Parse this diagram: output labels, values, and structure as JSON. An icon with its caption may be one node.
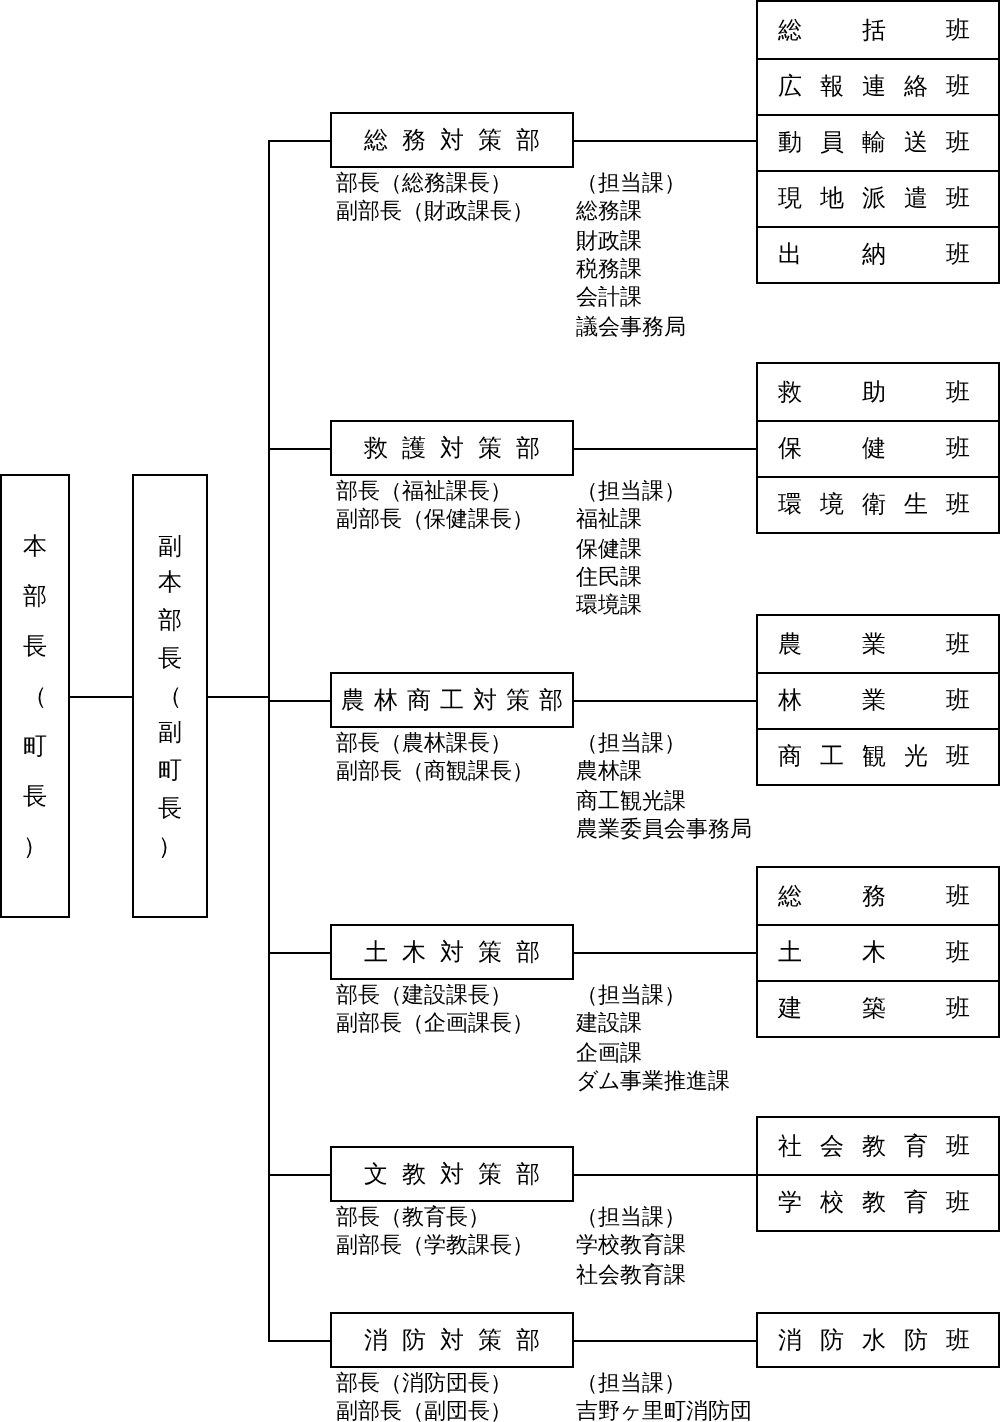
{
  "diagram": {
    "nodes": [
      {
        "text": [
          "本部長（町長）"
        ]
      },
      {
        "text": [
          "副本部長（副町長）"
        ]
      },
      {
        "text": [
          "総務対策部"
        ],
        "beside": [
          "部長（総務課長）",
          "副部長（財政課長）",
          "（担当課）",
          "総務課",
          "財政課",
          "税務課",
          "会計課",
          "議会事務局"
        ]
      },
      {
        "text": [],
        "shape": "box"
      },
      {
        "text": [
          "総括班"
        ],
        "in": 3
      },
      {
        "text": [
          "広報連絡班"
        ],
        "in": 3
      },
      {
        "text": [
          "動員輸送班"
        ],
        "in": 3
      },
      {
        "text": [
          "現地派遣班"
        ],
        "in": 3
      },
      {
        "text": [
          "出納班"
        ],
        "in": 3
      },
      {
        "text": [
          "救護対策部"
        ],
        "beside": [
          "部長（福祉課長）",
          "副部長（保健課長）",
          "（担当課）",
          "福祉課",
          "保健課",
          "住民課",
          "環境課"
        ]
      },
      {
        "text": [],
        "shape": "box"
      },
      {
        "text": [
          "救助班"
        ],
        "in": 10
      },
      {
        "text": [
          "保健班"
        ],
        "in": 10
      },
      {
        "text": [
          "環境衛生班"
        ],
        "in": 10
      },
      {
        "text": [
          "農林商工対策部"
        ],
        "beside": [
          "部長（農林課長）",
          "副部長（商観課長）",
          "（担当課）",
          "農林課",
          "商工観光課",
          "農業委員会事務局"
        ]
      },
      {
        "text": [],
        "shape": "box"
      },
      {
        "text": [
          "農業班"
        ],
        "in": 15
      },
      {
        "text": [
          "林業班"
        ],
        "in": 15
      },
      {
        "text": [
          "商工観光班"
        ],
        "in": 15
      },
      {
        "text": [
          "土木対策部"
        ],
        "beside": [
          "部長（建設課長）",
          "副部長（企画課長）",
          "（担当課）",
          "建設課",
          "企画課",
          "ダム事業推進課"
        ]
      },
      {
        "text": [],
        "shape": "box"
      },
      {
        "text": [
          "総務班"
        ],
        "in": 20
      },
      {
        "text": [
          "土木班"
        ],
        "in": 20
      },
      {
        "text": [
          "建築班"
        ],
        "in": 20
      },
      {
        "text": [
          "文教対策部"
        ],
        "beside": [
          "部長（教育長）",
          "副部長（学教課長）",
          "（担当課）",
          "学校教育課",
          "社会教育課"
        ]
      },
      {
        "text": [],
        "shape": "box"
      },
      {
        "text": [
          "社会教育班"
        ],
        "in": 25
      },
      {
        "text": [
          "学校教育班"
        ],
        "in": 25
      },
      {
        "text": [
          "消防対策部"
        ],
        "beside": [
          "部長（消防団長）",
          "副部長（副団長）",
          "（担当課）",
          "吉野ヶ里町消防団"
        ]
      },
      {
        "text": [
          "消防水防班"
        ]
      }
    ],
    "edges": [
      {
        "from": 0,
        "to": 1,
        "arrow": "none"
      },
      {
        "from": 1,
        "to": 2,
        "arrow": "none"
      },
      {
        "from": 1,
        "to": 9,
        "arrow": "none"
      },
      {
        "from": 1,
        "to": 14,
        "arrow": "none"
      },
      {
        "from": 1,
        "to": 19,
        "arrow": "none"
      },
      {
        "from": 1,
        "to": 24,
        "arrow": "none"
      },
      {
        "from": 1,
        "to": 28,
        "arrow": "none"
      },
      {
        "from": 2,
        "to": 3,
        "arrow": "none"
      },
      {
        "from": 9,
        "to": 10,
        "arrow": "none"
      },
      {
        "from": 14,
        "to": 15,
        "arrow": "none"
      },
      {
        "from": 19,
        "to": 20,
        "arrow": "none"
      },
      {
        "from": 24,
        "to": 25,
        "arrow": "none"
      },
      {
        "from": 28,
        "to": 29,
        "arrow": "none"
      }
    ]
  }
}
